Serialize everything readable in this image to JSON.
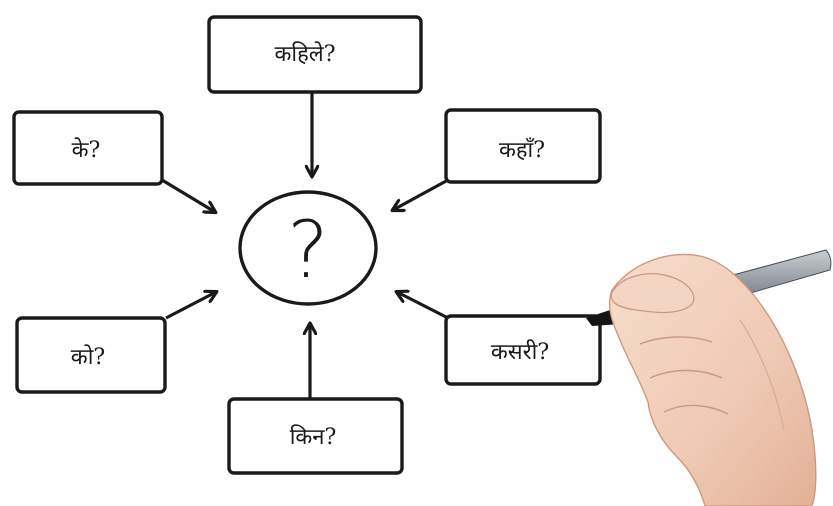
{
  "diagram": {
    "center": {
      "label": "?"
    },
    "nodes": {
      "top": "कहिले?",
      "left_top": "के?",
      "right_top": "कहाँ?",
      "left_bottom": "को?",
      "right_bottom": "कसरी?",
      "bottom": "किन?"
    }
  },
  "colors": {
    "ink": "#1a1a1a",
    "background": "#ffffff",
    "skin": "#f2d2c0",
    "pen_barrel": "#8d949b",
    "pen_tip": "#151515"
  },
  "icons": {
    "hand": "hand-holding-marker"
  }
}
